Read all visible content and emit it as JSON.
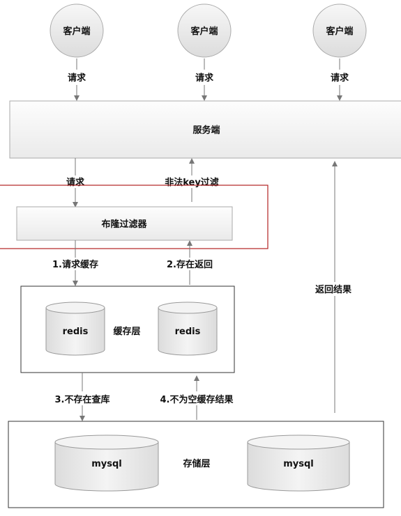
{
  "clients": [
    {
      "label": "客户端",
      "request_label": "请求"
    },
    {
      "label": "客户端",
      "request_label": "请求"
    },
    {
      "label": "客户端",
      "request_label": "请求"
    }
  ],
  "server": {
    "label": "服务端"
  },
  "server_to_filter": {
    "request_label": "请求",
    "illegal_key_label": "非法key过滤"
  },
  "bloom_filter": {
    "label": "布隆过滤器"
  },
  "filter_to_cache": {
    "request_cache_label": "1.请求缓存",
    "exists_return_label": "2.存在返回"
  },
  "cache_layer": {
    "label": "缓存层",
    "nodes": [
      "redis",
      "redis"
    ]
  },
  "cache_to_storage": {
    "not_exist_query_label": "3.不存在查库",
    "cache_result_label": "4.不为空缓存结果"
  },
  "storage_layer": {
    "label": "存储层",
    "nodes": [
      "mysql",
      "mysql"
    ]
  },
  "return_result_label": "返回结果",
  "colors": {
    "highlight_border": "#b22222",
    "line": "#777777",
    "client_fill": "#e6e6e6",
    "box_fill": "#f2f2f2",
    "db_fill": "#e9e9e9"
  }
}
